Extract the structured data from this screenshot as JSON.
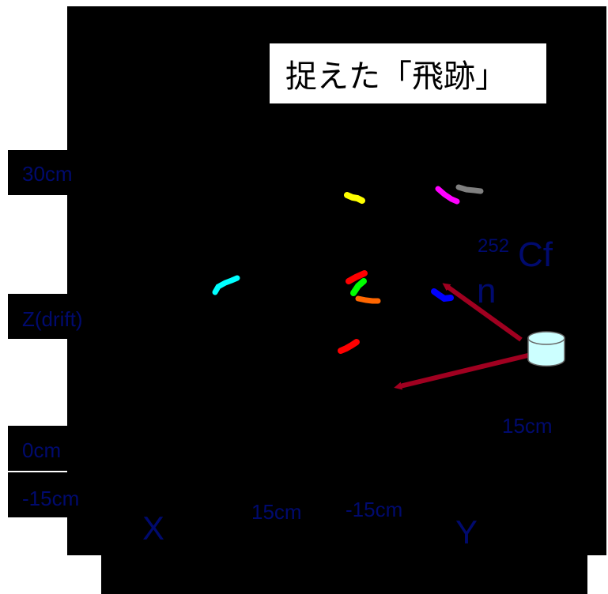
{
  "title": "捉えた「飛跡」",
  "axis_labels": {
    "z_top": "30cm",
    "z_name": "Z(drift)",
    "z_zero": "0cm",
    "z_bottom": "-15cm",
    "x_name": "X",
    "x_value": "15cm",
    "y_value_left": "-15cm",
    "y_name": "Y",
    "y_value_right": "15cm"
  },
  "source": {
    "isotope_mass": "252",
    "isotope_symbol": "Cf",
    "particle": "n"
  },
  "colors": {
    "background": "#000000",
    "label": "#000a6e",
    "arrow": "#a00020",
    "source_fill": "#ccffff",
    "tracks": [
      "#ffff00",
      "#ff00ff",
      "#808080",
      "#00ffff",
      "#ff0000",
      "#00ff00",
      "#ff6600",
      "#0000ff",
      "#ff0000"
    ]
  },
  "tracks": [
    {
      "name": "yellow",
      "color": "#ffff00"
    },
    {
      "name": "magenta",
      "color": "#ff00ff"
    },
    {
      "name": "gray",
      "color": "#808080"
    },
    {
      "name": "cyan",
      "color": "#00ffff"
    },
    {
      "name": "red-upper",
      "color": "#ff0000"
    },
    {
      "name": "green",
      "color": "#00ff00"
    },
    {
      "name": "orange",
      "color": "#ff6600"
    },
    {
      "name": "blue",
      "color": "#0000ff"
    },
    {
      "name": "red-lower",
      "color": "#ff0000"
    }
  ]
}
